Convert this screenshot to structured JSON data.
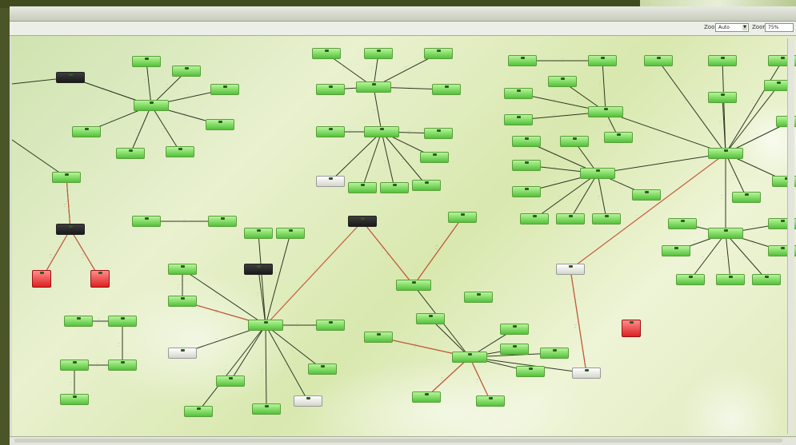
{
  "toolbar": {
    "zoom_label": "Zoom",
    "zoom_value": "Auto",
    "view_label": "Zoom",
    "view_value": "75%"
  },
  "colors": {
    "link_ok": "#2a3a22",
    "link_alert": "#c85a3a",
    "node_ok": "#54c23a",
    "node_alert": "#dd2222"
  },
  "icons": {
    "dropdown": "chevron-down-icon",
    "device": "device-icon"
  }
}
